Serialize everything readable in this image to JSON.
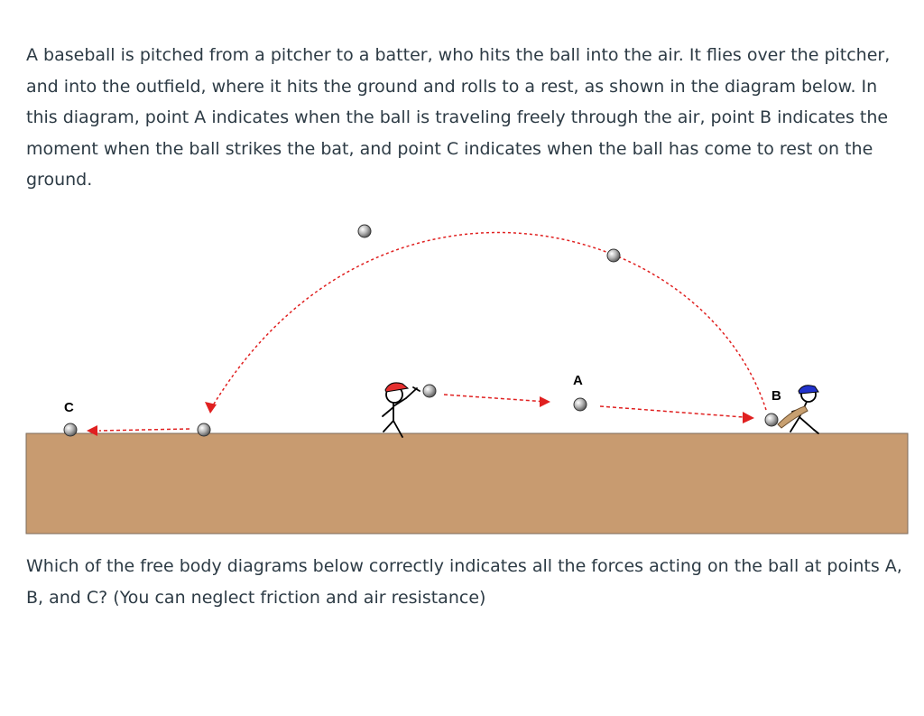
{
  "intro_text": "A baseball is pitched from a pitcher to a batter, who hits the ball into the air.  It flies over the pitcher, and into the outfield, where it hits the ground and rolls to a rest, as shown in the diagram below.  In this diagram, point A indicates when the ball is traveling freely through the air, point B indicates the moment when the ball strikes the bat, and point C indicates when the ball has come to rest on the ground.",
  "question_text": "Which of the free body diagrams below correctly indicates all the forces acting on the ball at points A, B, and C?  (You can neglect friction and air resistance)",
  "diagram": {
    "point_labels": {
      "a": "A",
      "b": "B",
      "c": "C"
    },
    "colors": {
      "ground": "#c89b70",
      "trajectory": "#e02020",
      "pitcher_cap": "#e53030",
      "batter_cap": "#2233cc",
      "bat": "#c8a070",
      "ball": "#9a9a9a"
    }
  }
}
